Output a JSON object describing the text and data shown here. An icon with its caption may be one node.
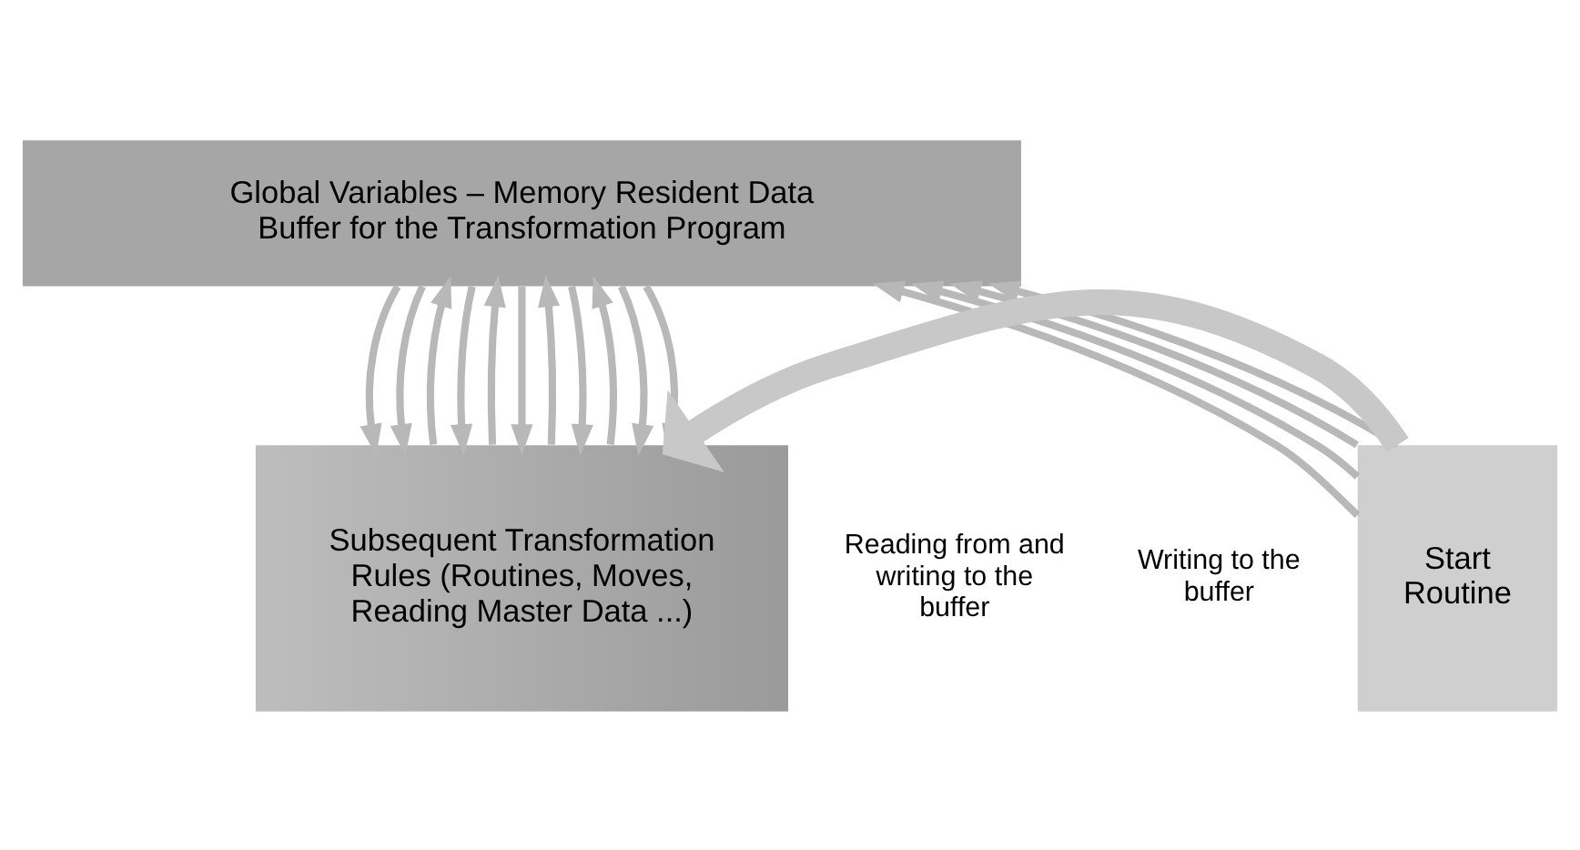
{
  "diagram": {
    "nodes": [
      {
        "text": [
          "Global Variables – Memory Resident Data Buffer for the Transformation Program"
        ]
      },
      {
        "text": [
          "Start Routine"
        ]
      },
      {
        "text": [
          "Subsequent Transformation Rules (Routines, Moves, Reading Master Data ...)"
        ]
      }
    ],
    "edges": [
      {
        "from": 1,
        "to": 0,
        "arrow": "to"
      },
      {
        "from": 1,
        "to": 0,
        "arrow": "to"
      },
      {
        "from": 1,
        "to": 0,
        "arrow": "to"
      },
      {
        "from": 1,
        "to": 0,
        "arrow": "to"
      },
      {
        "from": 0,
        "to": 2,
        "arrow": "to"
      },
      {
        "from": 0,
        "to": 2,
        "arrow": "to"
      },
      {
        "from": 2,
        "to": 0,
        "arrow": "to"
      },
      {
        "from": 0,
        "to": 2,
        "arrow": "to"
      },
      {
        "from": 2,
        "to": 0,
        "arrow": "to"
      },
      {
        "from": 0,
        "to": 2,
        "arrow": "to"
      },
      {
        "from": 2,
        "to": 0,
        "arrow": "to"
      },
      {
        "from": 0,
        "to": 2,
        "arrow": "to"
      },
      {
        "from": 2,
        "to": 0,
        "arrow": "to"
      },
      {
        "from": 0,
        "to": 2,
        "arrow": "to"
      },
      {
        "from": 0,
        "to": 2,
        "arrow": "to"
      },
      {
        "from": 1,
        "to": 2,
        "arrow": "to",
        "style": "thick"
      }
    ],
    "labels": [
      "Writing to the buffer",
      "Reading from and writing to the buffer"
    ]
  }
}
